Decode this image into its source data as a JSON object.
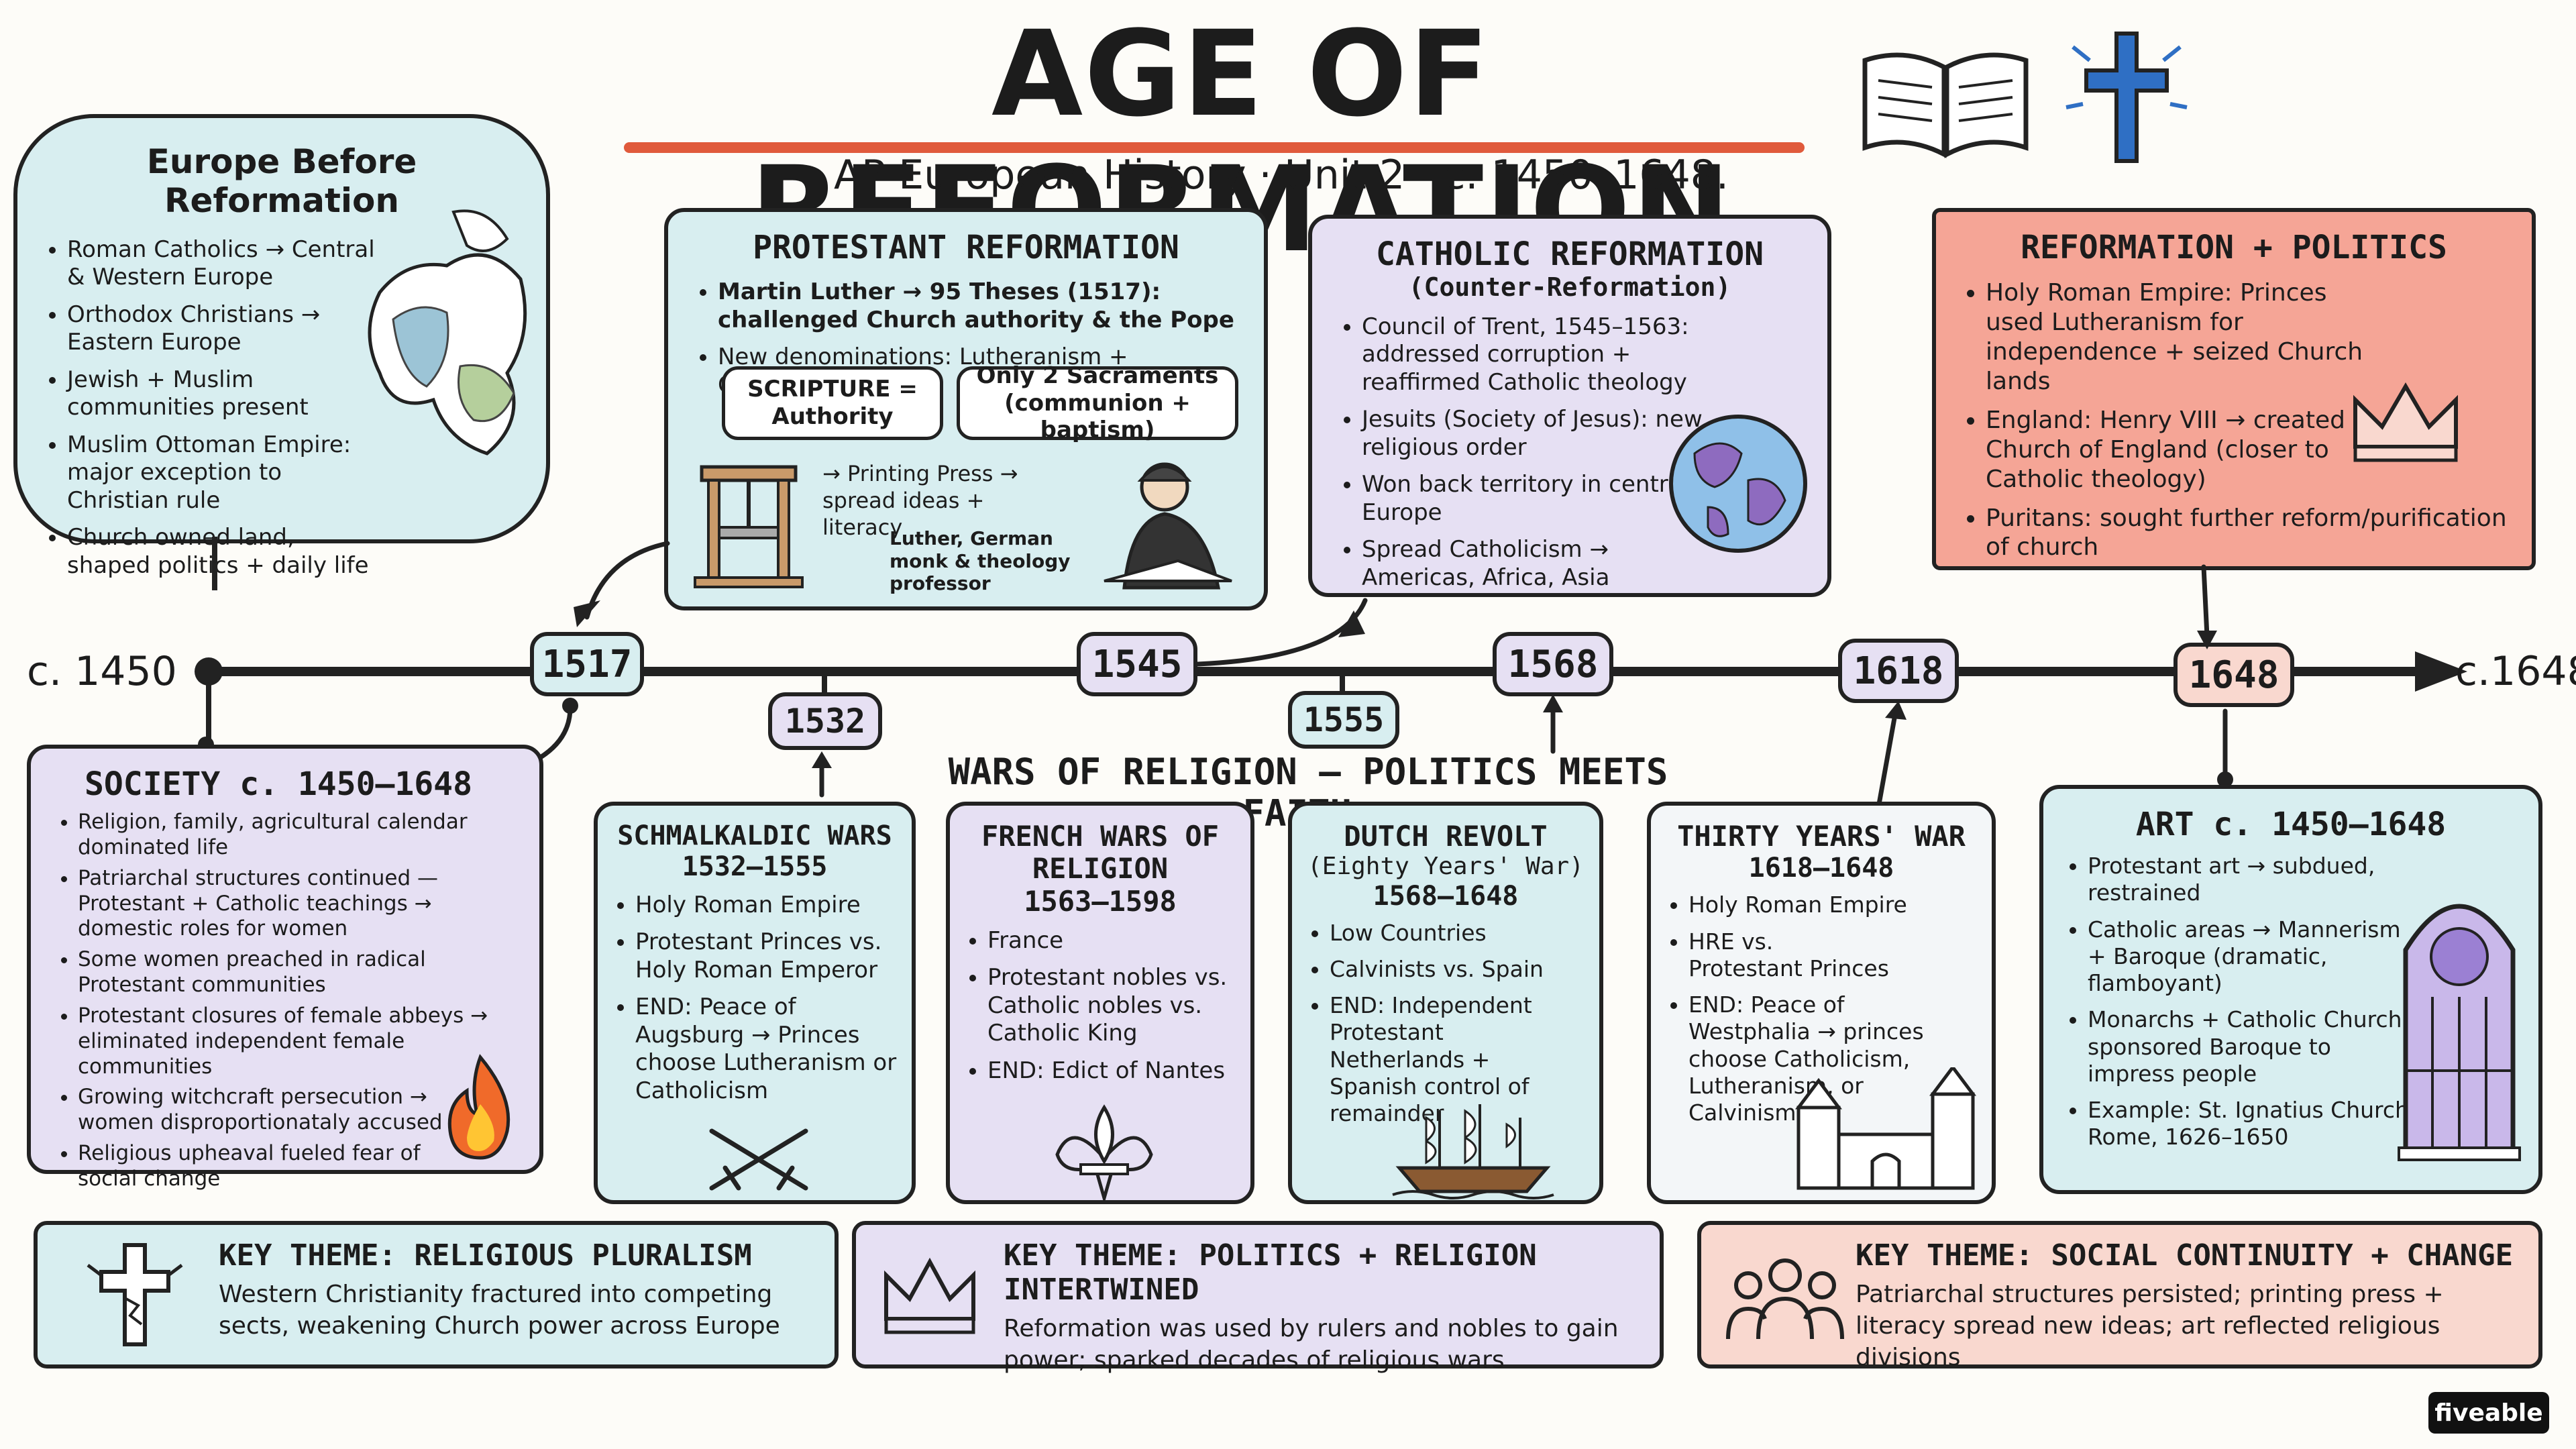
{
  "header": {
    "title": "AGE OF REFORMATION",
    "subtitle": "AP European History · Unit 2 · c. 1450–1648."
  },
  "europe_before": {
    "title": "Europe Before Reformation",
    "items": [
      "Roman Catholics → Central & Western Europe",
      "Orthodox Christians → Eastern Europe",
      "Jewish + Muslim communities present",
      "Muslim Ottoman Empire: major exception to Christian rule",
      "Church owned land, shaped politics + daily life"
    ]
  },
  "protestant": {
    "title": "PROTESTANT REFORMATION",
    "items": [
      "Martin Luther → 95 Theses (1517): challenged Church authority & the Pope",
      "New denominations: Lutheranism + Calvinism"
    ],
    "chip1": "SCRIPTURE = Authority",
    "chip2": "Only 2 Sacraments (communion + baptism)",
    "press_note": "→ Printing Press → spread ideas + literacy",
    "luther_note": "Luther, German monk & theology professor"
  },
  "catholic": {
    "title": "CATHOLIC REFORMATION",
    "subtitle": "(Counter-Reformation)",
    "items": [
      "Council of Trent, 1545–1563: addressed corruption + reaffirmed Catholic theology",
      "Jesuits (Society of Jesus): new religious order",
      "Won back territory in central Europe",
      "Spread Catholicism → Americas, Africa, Asia"
    ]
  },
  "politics": {
    "title": "REFORMATION + POLITICS",
    "items": [
      "Holy Roman Empire: Princes used Lutheranism for independence + seized Church lands",
      "England: Henry VIII → created Church of England (closer to Catholic theology)",
      "Puritans: sought further reform/purification of church"
    ]
  },
  "timeline": {
    "start": "c. 1450",
    "end": "c.1648",
    "years": [
      "1517",
      "1532",
      "1545",
      "1555",
      "1568",
      "1618",
      "1648"
    ],
    "wars_heading": "WARS OF RELIGION — POLITICS MEETS FAITH."
  },
  "society": {
    "title": "SOCIETY c. 1450–1648",
    "items": [
      "Religion, family, agricultural calendar dominated life",
      "Patriarchal structures continued — Protestant + Catholic teachings → domestic roles for women",
      "Some women preached in radical Protestant communities",
      "Protestant closures of female abbeys → eliminated independent female communities",
      "Growing witchcraft persecution → women disproportionataly accused",
      "Religious upheaval fueled fear of social change"
    ]
  },
  "wars": [
    {
      "title": "SCHMALKALDIC WARS",
      "dates": "1532–1555",
      "items": [
        "Holy Roman Empire",
        "Protestant Princes vs. Holy Roman Emperor",
        "END: Peace of Augsburg → Princes choose Lutheranism or Catholicism"
      ]
    },
    {
      "title": "FRENCH WARS OF RELIGION",
      "dates": "1563–1598",
      "items": [
        "France",
        "Protestant nobles vs. Catholic nobles vs. Catholic King",
        "END: Edict of Nantes"
      ]
    },
    {
      "title": "DUTCH REVOLT",
      "subtitle": "(Eighty Years' War)",
      "dates": "1568–1648",
      "items": [
        "Low Countries",
        "Calvinists vs. Spain",
        "END: Independent Protestant Netherlands + Spanish control of remainder"
      ]
    },
    {
      "title": "THIRTY YEARS' WAR",
      "dates": "1618–1648",
      "items": [
        "Holy Roman Empire",
        "HRE vs. Protestant Princes",
        "END: Peace of Westphalia → princes choose Catholicism, Lutheranism, or Calvinism"
      ]
    }
  ],
  "art": {
    "title": "ART c. 1450–1648",
    "items": [
      "Protestant art → subdued, restrained",
      "Catholic areas → Mannerism + Baroque (dramatic, flamboyant)",
      "Monarchs + Catholic Church sponsored Baroque to impress people",
      "Example: St. Ignatius Church, Rome, 1626–1650"
    ]
  },
  "themes": [
    {
      "title": "KEY THEME: RELIGIOUS PLURALISM",
      "text": "Western Christianity fractured into competing sects, weakening Church power across Europe",
      "icon": "broken-cross-icon"
    },
    {
      "title": "KEY THEME: POLITICS + RELIGION INTERTWINED",
      "text": "Reformation was used by rulers and nobles to gain power; sparked decades of religious wars",
      "icon": "crown-icon"
    },
    {
      "title": "KEY THEME: SOCIAL CONTINUITY + CHANGE",
      "text": "Patriarchal structures persisted; printing press + literacy spread new ideas; art reflected religious divisions",
      "icon": "people-icon"
    }
  ],
  "brand": "fiveable",
  "colors": {
    "teal": "#d8eef0",
    "lavender": "#e6e0f3",
    "coral": "#f5a596",
    "peach": "#f9d8cf",
    "accent_red": "#e05a3c"
  }
}
